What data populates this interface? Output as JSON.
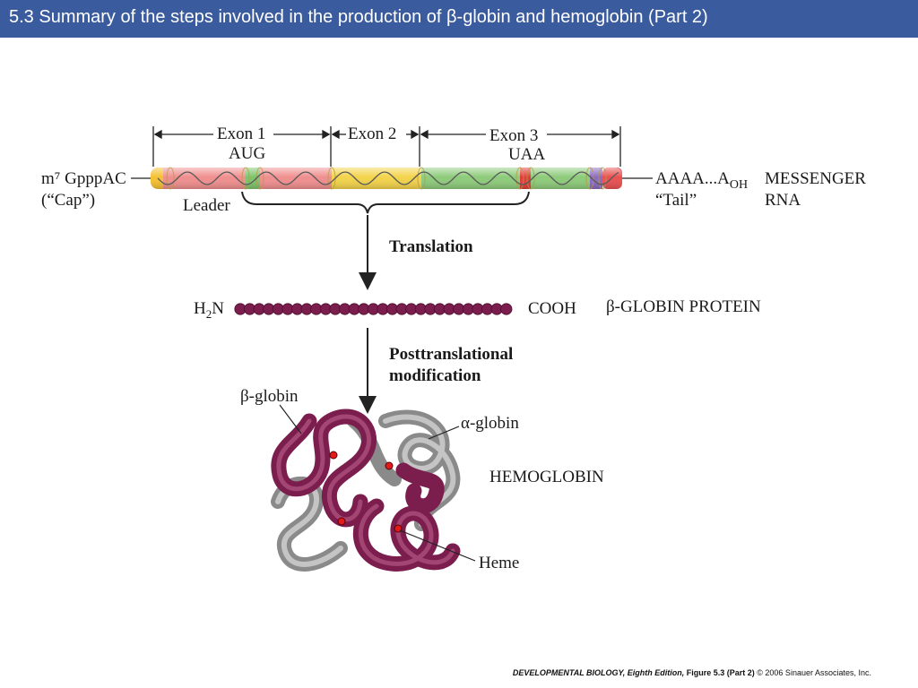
{
  "header": {
    "title": "5.3  Summary of the steps involved in the production of β-globin and hemoglobin (Part 2)"
  },
  "colors": {
    "header_bg": "#3a5b9e",
    "protein": "#7b1e4e",
    "exon1": "#f08e8e",
    "exon2": "#f3d34a",
    "exon3": "#8dcb7a",
    "cap": "#f5c030",
    "polyA": "#8a6ac0",
    "alpha": "#9a9a9a"
  },
  "mrna": {
    "cap_label": "m⁷ GpppAC",
    "cap_name": "(“Cap”)",
    "leader": "Leader",
    "exon1": "Exon 1",
    "exon2": "Exon 2",
    "exon3": "Exon 3",
    "start_codon": "AUG",
    "stop_codon": "UAA",
    "tail_label": "AAAA...A",
    "tail_subscript": "OH",
    "tail_name": "“Tail”",
    "molecule_line1": "MESSENGER",
    "molecule_line2": "RNA"
  },
  "steps": {
    "translation": "Translation",
    "posttranslational_line1": "Posttranslational",
    "posttranslational_line2": "modification"
  },
  "protein": {
    "n_terminus": "H",
    "n_subscript": "2",
    "n_suffix": "N",
    "c_terminus": "COOH",
    "name": "β-GLOBIN PROTEIN"
  },
  "hemoglobin": {
    "beta_label": "β-globin",
    "alpha_label": "α-globin",
    "name": "HEMOGLOBIN",
    "heme_label": "Heme"
  },
  "footer": {
    "book": "DEVELOPMENTAL BIOLOGY, Eighth Edition,",
    "figure": "Figure 5.3 (Part 2)",
    "copyright": "© 2006 Sinauer Associates, Inc."
  }
}
